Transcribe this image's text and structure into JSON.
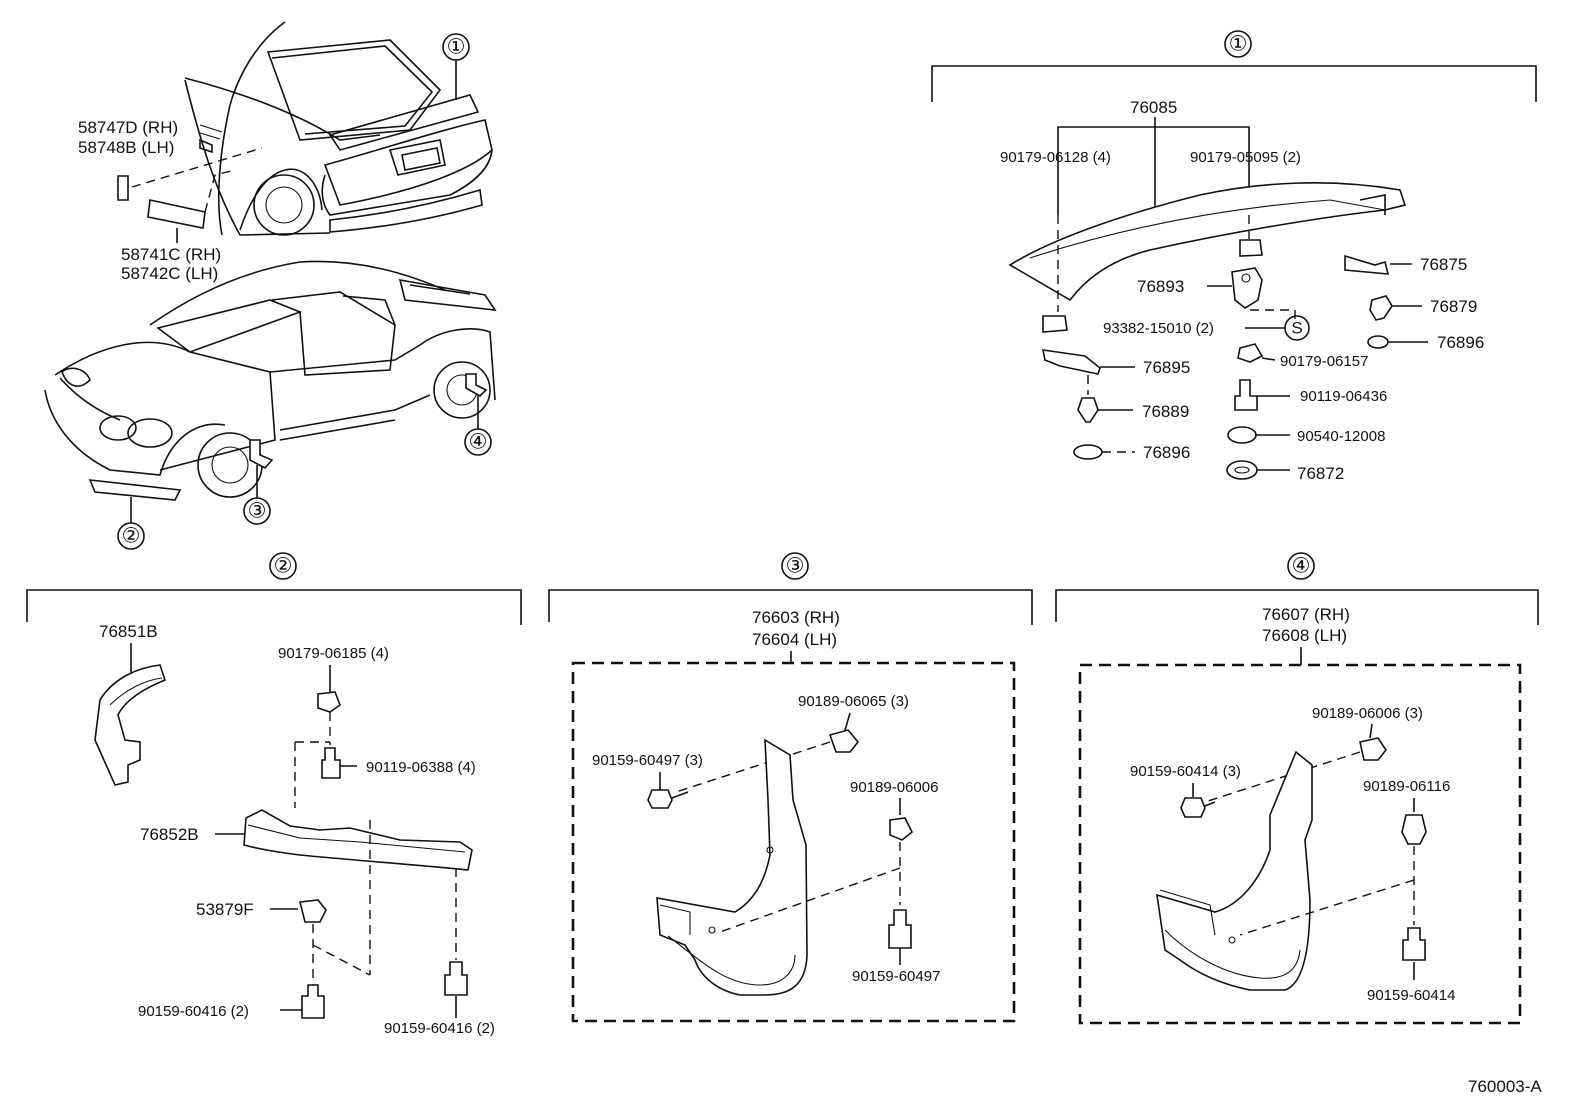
{
  "circles": [
    "①",
    "②",
    "③",
    "④"
  ],
  "overview": {
    "side_marker": "58747D (RH)",
    "side_marker_lh": "58748B (LH)",
    "reflector": "58741C (RH)",
    "reflector_lh": "58742C (LH)"
  },
  "spoiler": {
    "main": "76085",
    "nut_left": "90179-06128 (4)",
    "nut_right": "90179-05095 (2)",
    "p76875": "76875",
    "p76879": "76879",
    "p76896a": "76896",
    "p76893": "76893",
    "bolt_s": "93382-15010 (2)",
    "s_mark": "S",
    "p76895": "76895",
    "nut_06157": "90179-06157",
    "p76889": "76889",
    "bolt_06436": "90119-06436",
    "p76896b": "76896",
    "washer_12008": "90540-12008",
    "p76872": "76872"
  },
  "front_spoiler": {
    "p76851b": "76851B",
    "nut_06185": "90179-06185 (4)",
    "bolt_06388": "90119-06388 (4)",
    "p76852b": "76852B",
    "p53879f": "53879F",
    "screw_a": "90159-60416 (2)",
    "screw_b": "90159-60416 (2)"
  },
  "front_mudguard": {
    "rh": "76603 (RH)",
    "lh": "76604 (LH)",
    "clip_06065": "90189-06065 (3)",
    "screw_60497a": "90159-60497 (3)",
    "clip_06006": "90189-06006",
    "screw_60497b": "90159-60497"
  },
  "rear_mudguard": {
    "rh": "76607 (RH)",
    "lh": "76608 (LH)",
    "clip_06006": "90189-06006 (3)",
    "screw_60414a": "90159-60414 (3)",
    "clip_06116": "90189-06116",
    "screw_60414b": "90159-60414"
  },
  "footer_code": "760003-A"
}
